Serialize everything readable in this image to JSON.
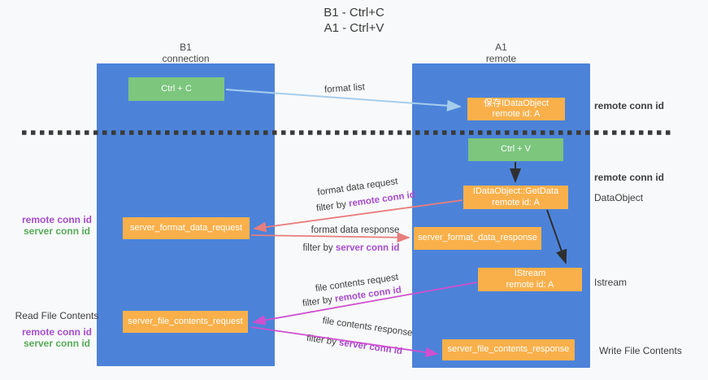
{
  "title": {
    "line1": "B1 - Ctrl+C",
    "line2": "A1 - Ctrl+V"
  },
  "lanes": {
    "left": {
      "name": "B1",
      "role": "connection"
    },
    "right": {
      "name": "A1",
      "role": "remote"
    }
  },
  "nodes": {
    "ctrl_c": {
      "label": "Ctrl + C"
    },
    "save_idataobject": {
      "line1": "保存IDataObject",
      "line2": "remote id: A"
    },
    "ctrl_v": {
      "label": "Ctrl + V"
    },
    "getdata": {
      "line1": "IDataObject::GetData",
      "line2": "remote id: A"
    },
    "server_format_data_request": {
      "label": "server_format_data_request"
    },
    "server_format_data_response": {
      "label": "server_format_data_response"
    },
    "istream": {
      "line1": "IStream",
      "line2": "remote id: A"
    },
    "server_file_contents_request": {
      "label": "server_file_contents_request"
    },
    "server_file_contents_response": {
      "label": "server_file_contents_response"
    }
  },
  "edge_labels": {
    "format_list": "format list",
    "format_data_request": "format data request",
    "format_data_response": "format data response",
    "file_contents_request": "file contents request",
    "file_contents_response": "file contents response",
    "filter_by": "filter by ",
    "remote_conn_id": "remote conn id",
    "server_conn_id": "server conn id"
  },
  "side_labels": {
    "remote_conn_id": "remote conn id",
    "server_conn_id": "server conn id",
    "read_file_contents": "Read File Contents",
    "write_file_contents": "Write File Contents",
    "dataobject": "DataObject",
    "istream": "Istream"
  },
  "colors": {
    "lane_blue": "#4c83d9",
    "node_orange": "#f9b04b",
    "node_green": "#7cc67e",
    "accent_purple": "#a64ccd",
    "accent_green": "#55ab57",
    "arrow_salmon": "#e87d7d",
    "arrow_magenta": "#cf4fd0",
    "arrow_blue": "#a5cdec",
    "arrow_black": "#2f2f2f",
    "divider_dark": "#3a3a3a"
  }
}
